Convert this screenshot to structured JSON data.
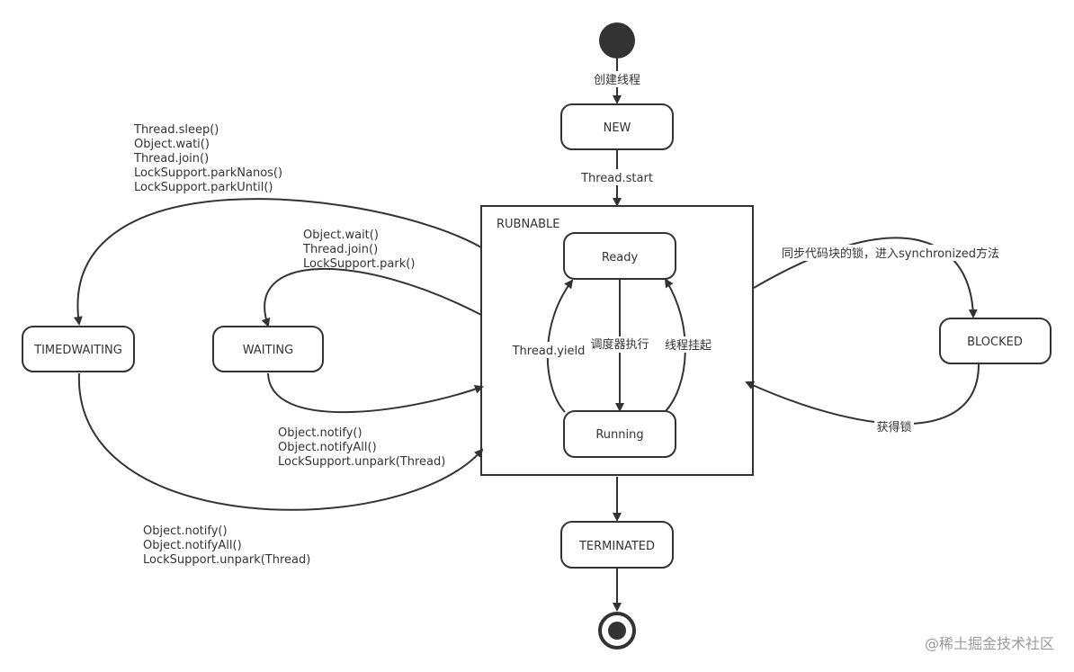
{
  "diagram": {
    "container": {
      "label": "RUBNABLE"
    },
    "states": {
      "new": "NEW",
      "ready": "Ready",
      "running": "Running",
      "waiting": "WAITING",
      "timedwaiting": "TIMEDWAITING",
      "blocked": "BLOCKED",
      "terminated": "TERMINATED"
    },
    "transitions": {
      "create": "创建线程",
      "start": "Thread.start",
      "schedule": "调度器执行",
      "yield": "Thread.yield",
      "suspend": "线程挂起",
      "to_blocked": "同步代码块的锁，进入synchronized方法",
      "acquire_lock": "获得锁",
      "to_timed_waiting": [
        "Thread.sleep()",
        "Object.wati()",
        "Thread.join()",
        "LockSupport.parkNanos()",
        "LockSupport.parkUntil()"
      ],
      "to_waiting": [
        "Object.wait()",
        "Thread.join()",
        "LockSupport.park()"
      ],
      "waiting_back": [
        "Object.notify()",
        "Object.notifyAll()",
        "LockSupport.unpark(Thread)"
      ],
      "timed_back": [
        "Object.notify()",
        "Object.notifyAll()",
        "LockSupport.unpark(Thread)"
      ]
    }
  },
  "watermark": "@稀土掘金技术社区"
}
